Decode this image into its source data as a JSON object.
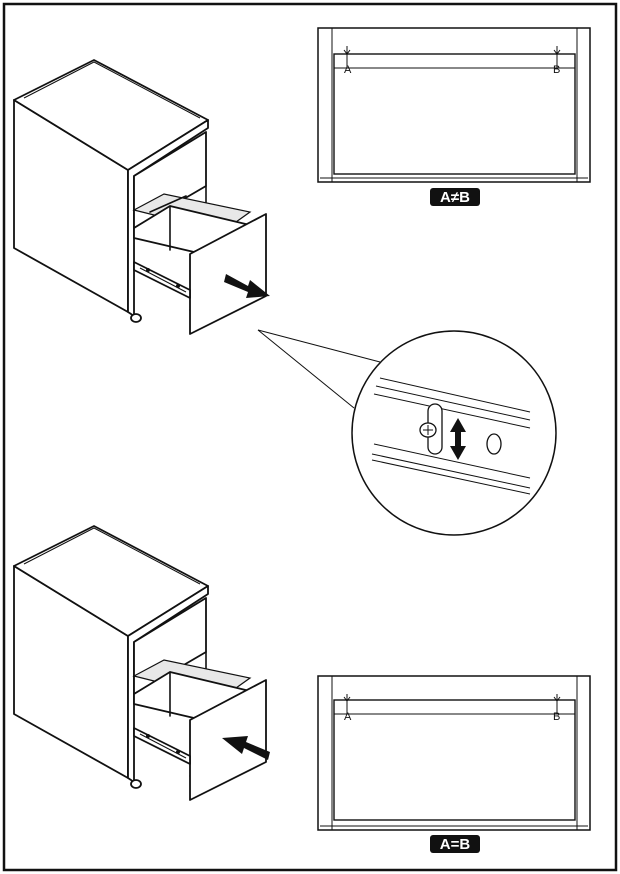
{
  "panel_top": {
    "gauge_left": "A",
    "gauge_right": "B",
    "badge": "A≠B"
  },
  "panel_bottom": {
    "gauge_left": "A",
    "gauge_right": "B",
    "badge": "A=B"
  },
  "arrow_top_direction": "out",
  "arrow_bottom_direction": "in",
  "colors": {
    "ink": "#111111",
    "badge_bg": "#111111",
    "badge_text": "#ffffff"
  }
}
